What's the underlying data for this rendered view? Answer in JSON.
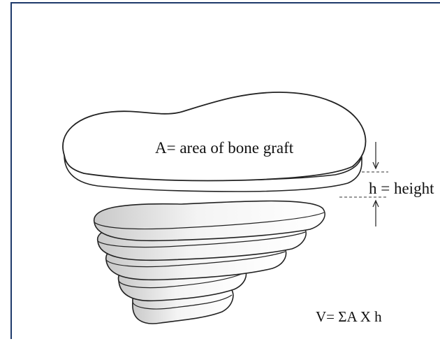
{
  "diagram": {
    "area_label": "A= area of bone graft",
    "height_label": "h = height",
    "formula": "V= ΣA X h"
  },
  "colors": {
    "frame": "#1e3a6b",
    "line": "#222222",
    "shade": "#d6d6d6"
  }
}
